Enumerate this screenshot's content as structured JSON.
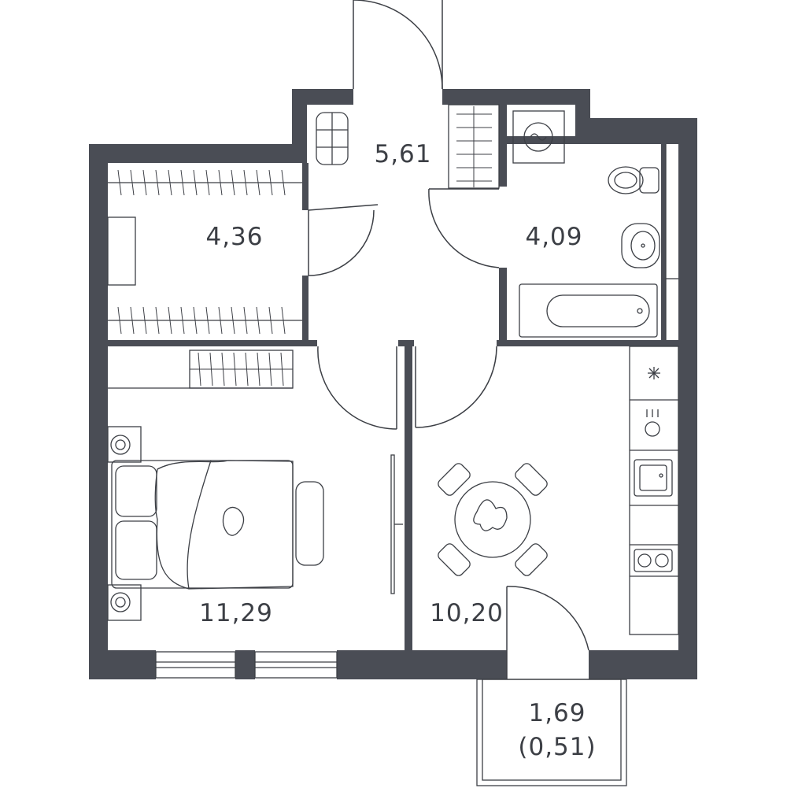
{
  "rooms": {
    "hall": {
      "area": "5,61"
    },
    "wardrobe": {
      "area": "4,36"
    },
    "bathroom": {
      "area": "4,09"
    },
    "bedroom": {
      "area": "11,29"
    },
    "kitchen": {
      "area": "10,20"
    },
    "balcony": {
      "area": "1,69",
      "reduced_area": "(0,51)"
    }
  },
  "colors": {
    "wall": "#4a4d55",
    "line": "#3c3f45",
    "background": "#ffffff"
  }
}
